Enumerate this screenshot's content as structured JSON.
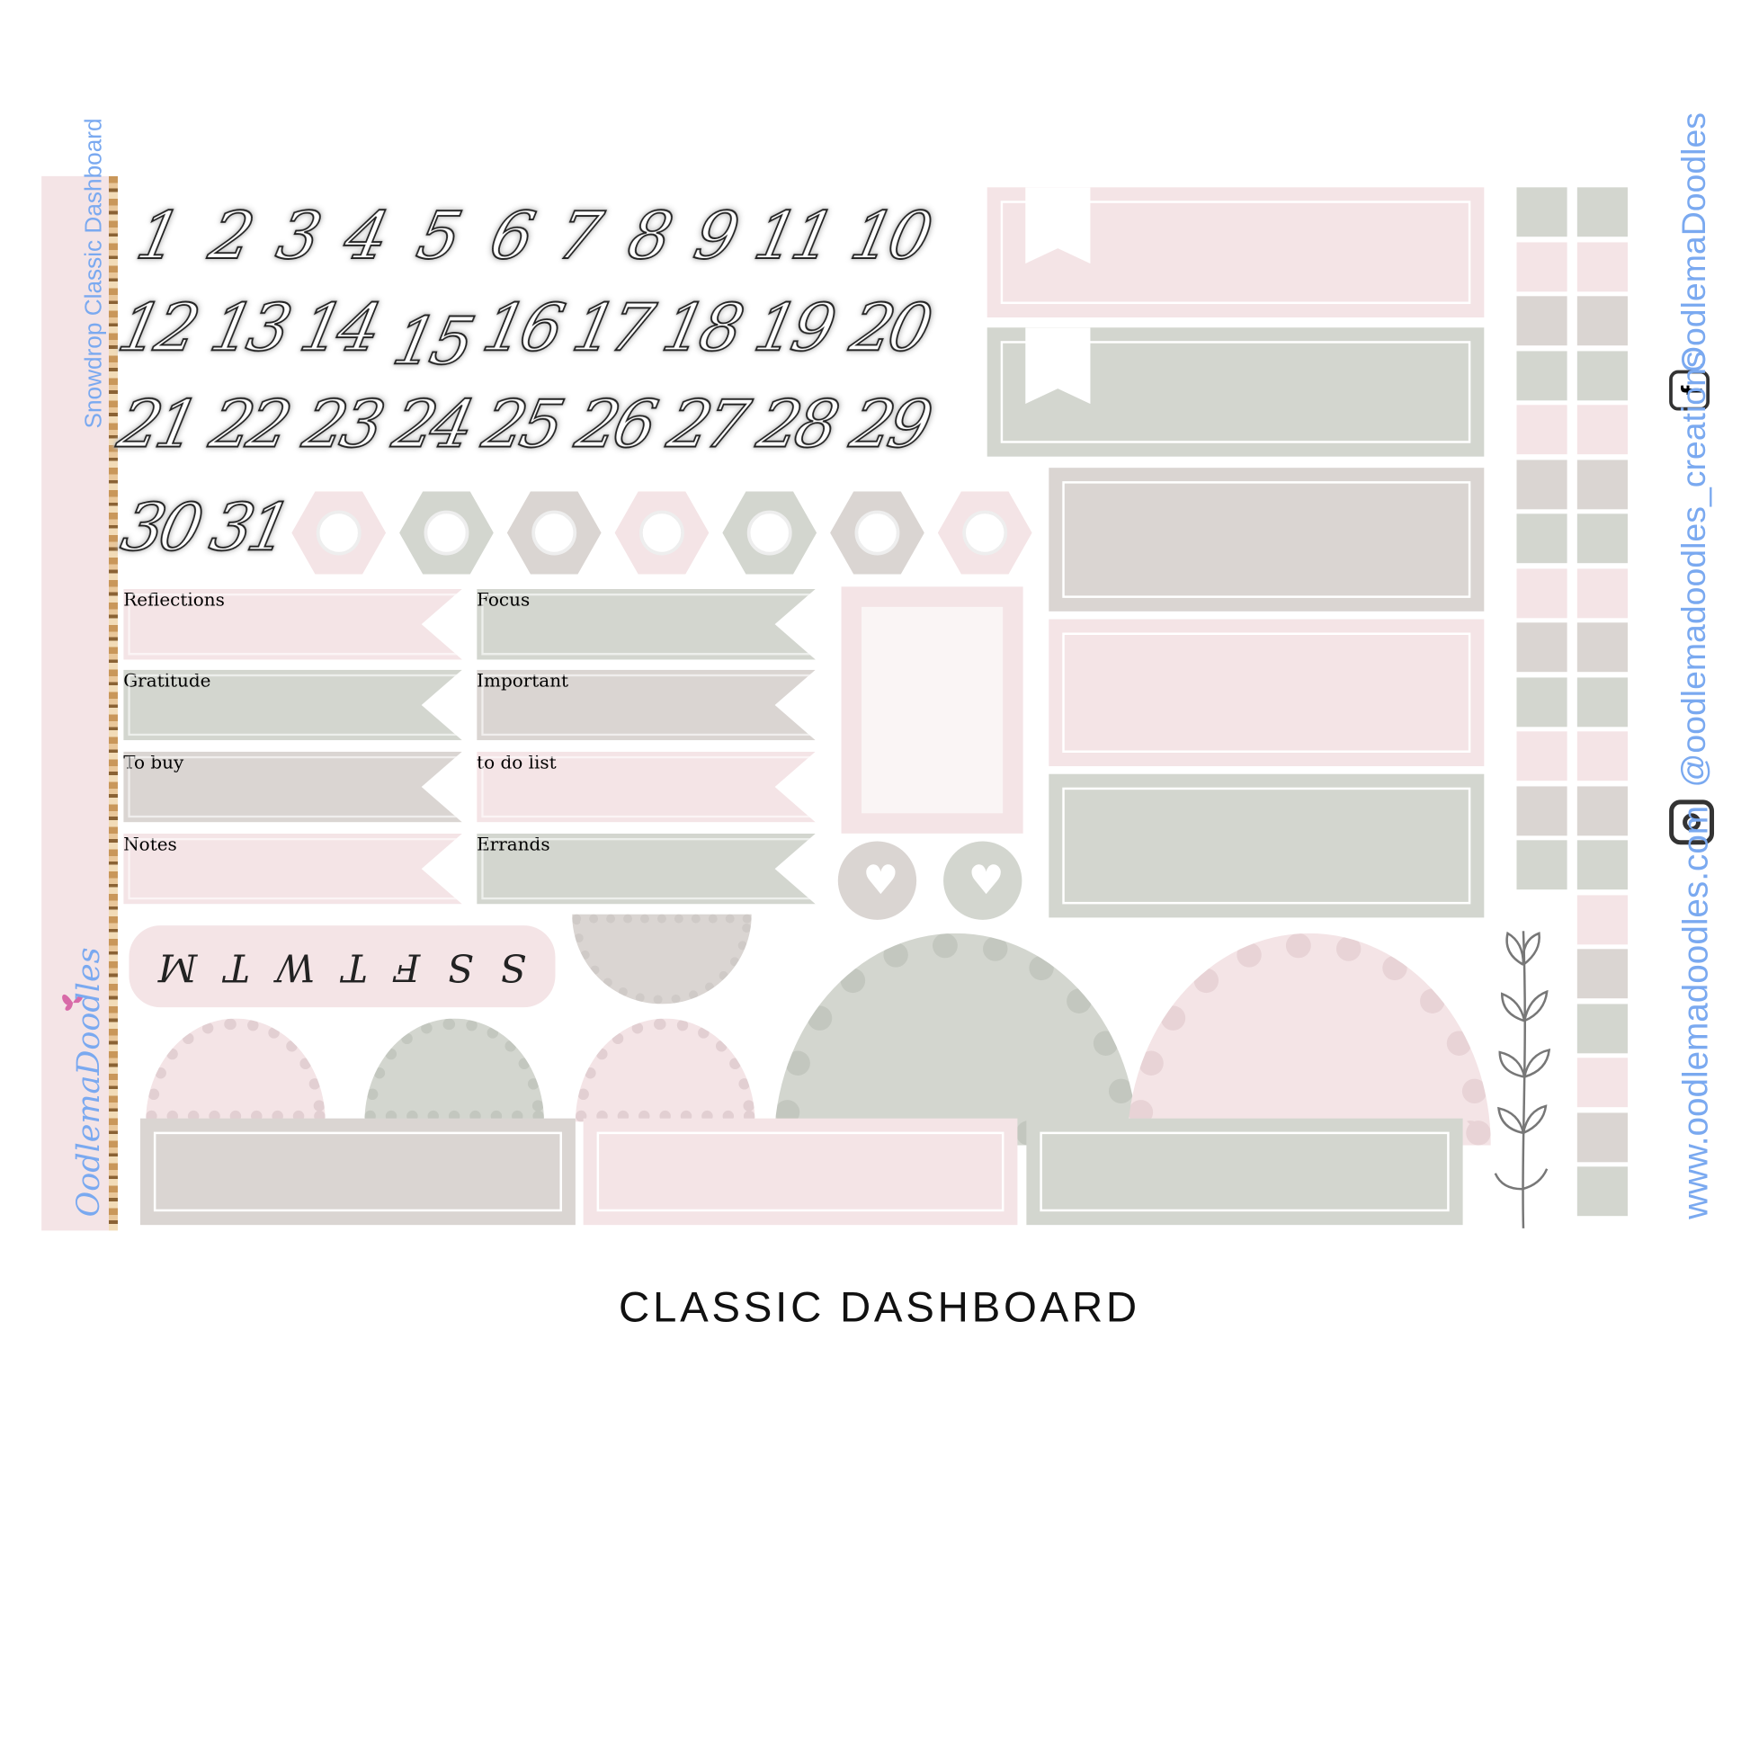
{
  "sheet": {
    "side_title": "Snowdrop Classic Dashboard",
    "brand": "OodlemaDoodles",
    "caption": "CLASSIC DASHBOARD"
  },
  "social": {
    "facebook": "OodlemaDoodles",
    "instagram": "@oodlemadoodles_creations",
    "website": "www.oodlemadoodles.com"
  },
  "date_rows": [
    [
      "1",
      "2",
      "3",
      "4",
      "5",
      "6",
      "7",
      "8",
      "9",
      "11",
      "10"
    ],
    [
      "12",
      "13",
      "14",
      "15",
      "16",
      "17",
      "18",
      "19",
      "20"
    ],
    [
      "21",
      "22",
      "23",
      "24",
      "25",
      "26",
      "27",
      "28",
      "29"
    ],
    [
      "30",
      "31"
    ]
  ],
  "flags_left": [
    "Reflections",
    "Gratitude",
    "To buy",
    "Notes"
  ],
  "flags_right": [
    "Focus",
    "Important",
    "to do list",
    "Errands"
  ],
  "weekdays": [
    "M",
    "T",
    "W",
    "T",
    "F",
    "S",
    "S"
  ],
  "colors": {
    "pink": "#f4e4e6",
    "sage": "#d3d6cf",
    "taupe": "#dad5d2",
    "accent_blue": "#7aa9f0"
  }
}
